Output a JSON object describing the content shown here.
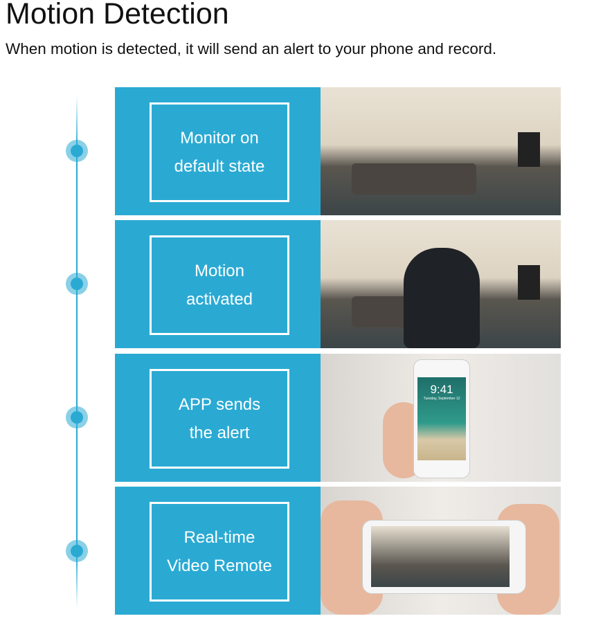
{
  "title": "Motion Detection",
  "subtitle": "When motion is detected, it will send an alert to your phone and record.",
  "steps": [
    {
      "line1": "Monitor on",
      "line2": "default state"
    },
    {
      "line1": "Motion",
      "line2": "activated"
    },
    {
      "line1": "APP sends",
      "line2": "the alert"
    },
    {
      "line1": "Real-time",
      "line2": "Video Remote"
    }
  ],
  "phone": {
    "time": "9:41",
    "date": "Tuesday, September 12"
  },
  "colors": {
    "accent": "#2aaad3"
  }
}
